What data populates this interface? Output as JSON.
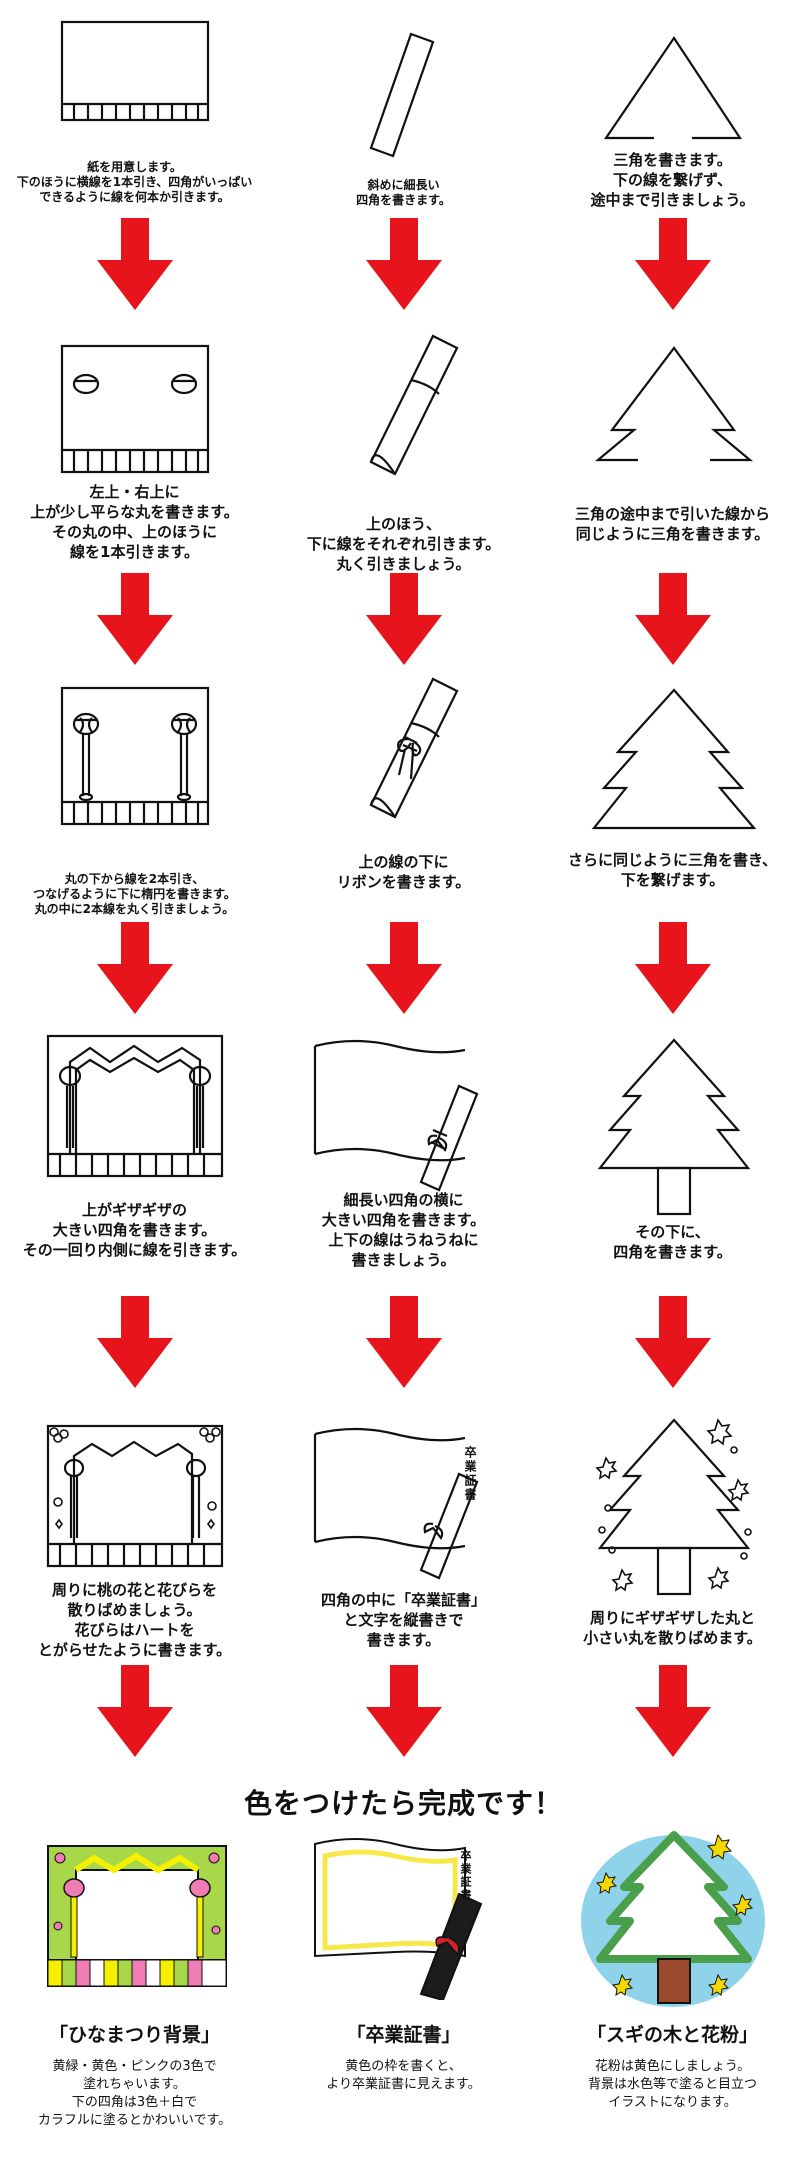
{
  "columns": [
    {
      "id": "hinamatsuri",
      "steps": [
        "紙を用意します。\n下のほうに横線を1本引き、四角がいっぱい\nできるように線を何本か引きます。",
        "左上・右上に\n上が少し平らな丸を書きます。\nその丸の中、上のほうに\n線を1本引きます。",
        "丸の下から線を2本引き、\nつなげるように下に楕円を書きます。\n丸の中に2本線を丸く引きましょう。",
        "上がギザギザの\n大きい四角を書きます。\nその一回り内側に線を引きます。",
        "周りに桃の花と花びらを\n散りばめましょう。\n花びらはハートを\nとがらせたように書きます。"
      ],
      "final_title": "「ひなまつり背景」",
      "final_caption": "黄緑・黄色・ピンクの3色で\n塗れちゃいます。\n下の四角は3色＋白で\nカラフルに塗るとかわいいです。"
    },
    {
      "id": "certificate",
      "steps": [
        "斜めに細長い\n四角を書きます。",
        "上のほう、\n下に線をそれぞれ引きます。\n丸く引きましょう。",
        "上の線の下に\nリボンを書きます。",
        "細長い四角の横に\n大きい四角を書きます。\n上下の線はうねうねに\n書きましょう。",
        "四角の中に「卒業証書」\nと文字を縦書きで\n書きます。"
      ],
      "certificate_text": "卒業証書",
      "final_title": "「卒業証書」",
      "final_caption": "黄色の枠を書くと、\nより卒業証書に見えます。"
    },
    {
      "id": "tree",
      "steps": [
        "三角を書きます。\n下の線を繋げず、\n途中まで引きましょう。",
        "三角の途中まで引いた線から\n同じように三角を書きます。",
        "さらに同じように三角を書き、\n下を繋げます。",
        "その下に、\n四角を書きます。",
        "周りにギザギザした丸と\n小さい丸を散りばめます。"
      ],
      "final_title": "「スギの木と花粉」",
      "final_caption": "花粉は黄色にしましょう。\n背景は水色等で塗ると目立つ\nイラストになります。"
    }
  ],
  "completion_text": "色をつけたら完成です！",
  "colors": {
    "arrow": "#e8141b",
    "line": "#111111",
    "hina_yellow": "#f5f000",
    "hina_green": "#a8d84a",
    "hina_pink": "#f07cb4",
    "cert_yellow": "#f7e84a",
    "tree_green": "#4aa04a",
    "tree_sky": "#8fd3ea",
    "trunk": "#9b4a2e",
    "pollen": "#f5d800"
  }
}
